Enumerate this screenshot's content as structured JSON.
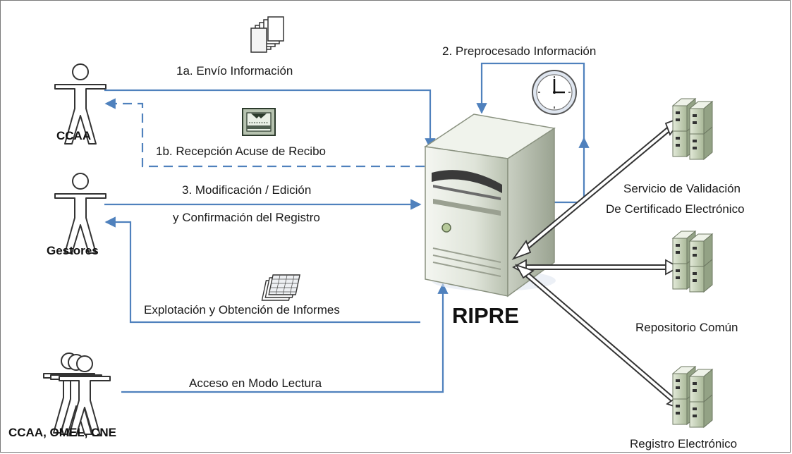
{
  "actors": [
    {
      "id": "ccaa",
      "label": "CCAA"
    },
    {
      "id": "gestores",
      "label": "Gestores"
    },
    {
      "id": "readers",
      "label": "CCAA, OMEL, CNE"
    }
  ],
  "server": {
    "label": "RIPRE"
  },
  "flows": {
    "envio": "1a. Envío Información",
    "acuse": "1b. Recepción Acuse de Recibo",
    "preproceso": "2. Preprocesado Información",
    "modificacion_1": "3. Modificación / Edición",
    "modificacion_2": "y Confirmación del Registro",
    "explotacion": "Explotación y Obtención de Informes",
    "lectura": "Acceso en Modo Lectura"
  },
  "services": [
    {
      "line1": "Servicio de Validación",
      "line2": "De Certificado Electrónico"
    },
    {
      "line1": "Repositorio Común"
    },
    {
      "line1": "Registro Electrónico"
    }
  ],
  "colors": {
    "arrow": "#4f81bd",
    "server_body": "#e8ece4",
    "cabinet": "#c7d4b8"
  },
  "icons": [
    "documents-icon",
    "acknowledgement-icon",
    "clock-icon",
    "report-sheets-icon",
    "database-server-icon"
  ]
}
